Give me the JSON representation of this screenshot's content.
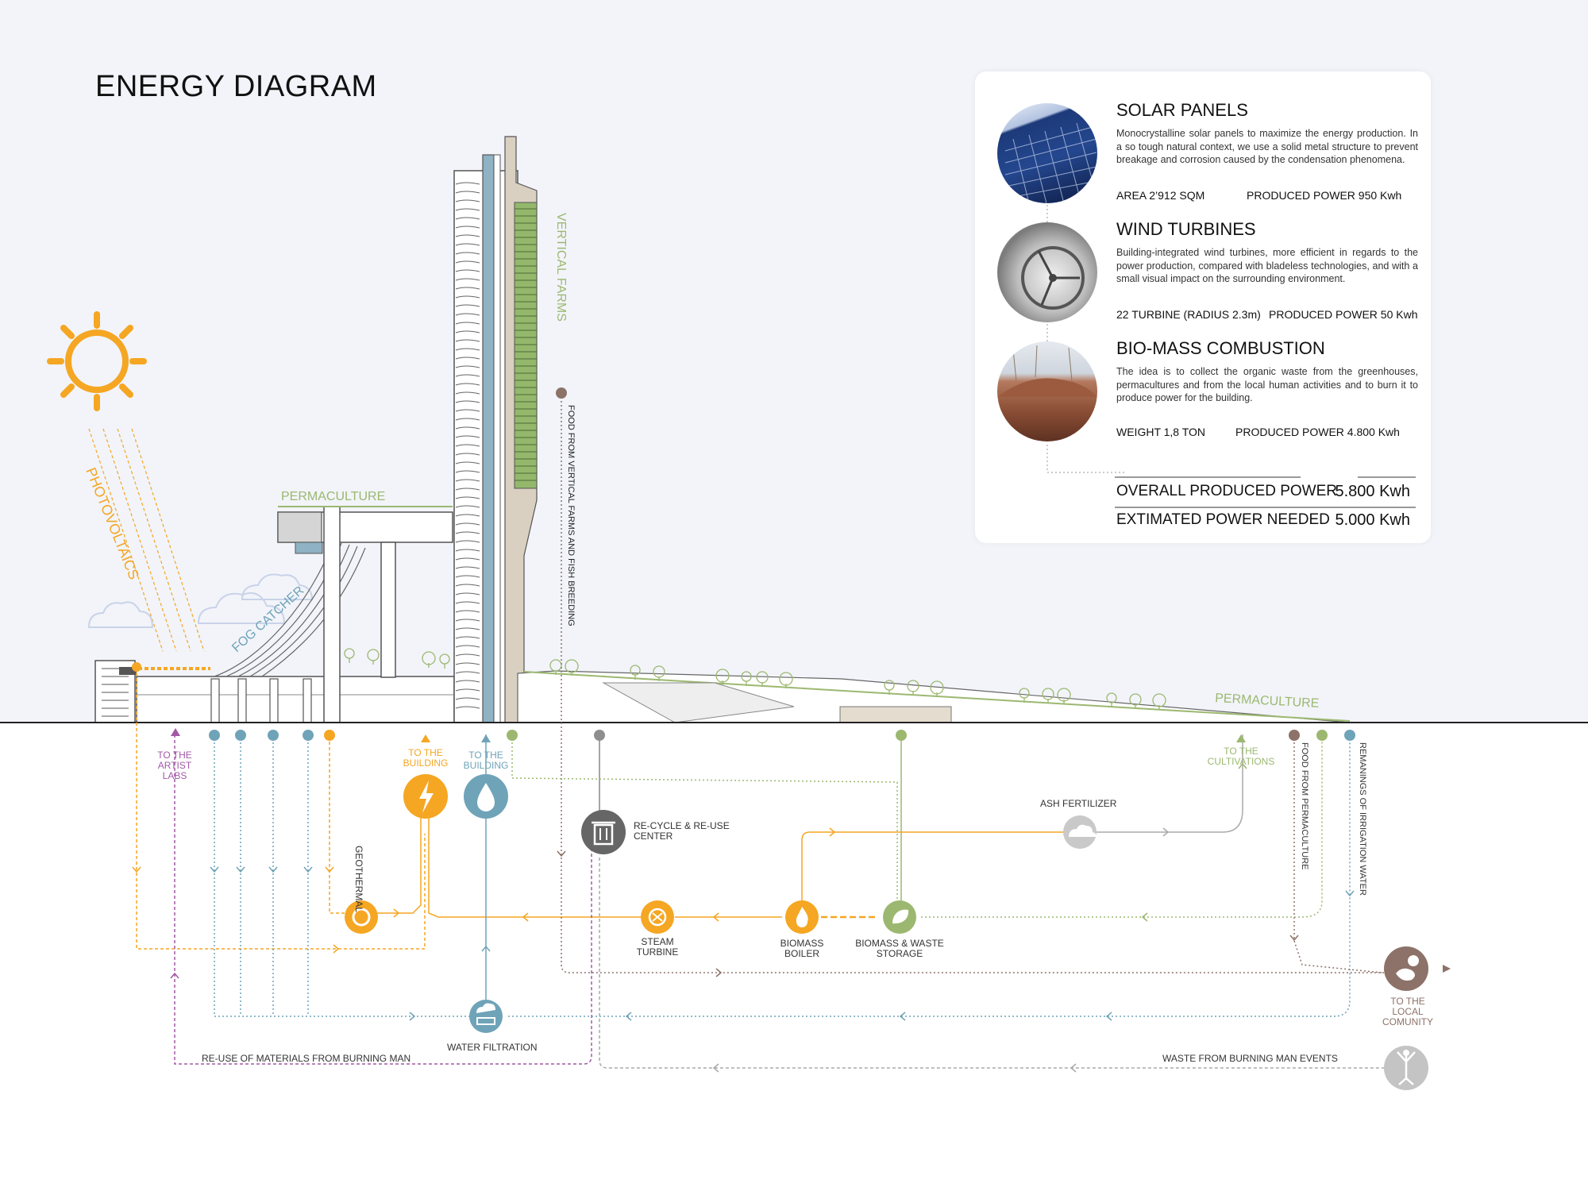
{
  "title": "ENERGY DIAGRAM",
  "colors": {
    "solar": "#f5a623",
    "water": "#6fa3b8",
    "green": "#9cb870",
    "purple": "#a259a6",
    "brown": "#8c7268",
    "grey": "#8e8e8e",
    "sky": "#f1f3f8"
  },
  "card": {
    "solar": {
      "title": "SOLAR PANELS",
      "desc": "Monocrystalline solar panels to maximize the energy production. In a so tough natural context, we use a solid metal structure to prevent breakage and corrosion caused by the condensation phenomena.",
      "stat1": "AREA  2’912 SQM",
      "stat2": "PRODUCED POWER  950 Kwh"
    },
    "wind": {
      "title": "WIND TURBINES",
      "desc": "Building-integrated wind turbines, more efficient in regards to the power production, compared with bladeless technologies, and with a small visual impact on the surrounding environment.",
      "stat1": "22 TURBINE (RADIUS 2.3m)",
      "stat2": "PRODUCED POWER   50 Kwh"
    },
    "biomass": {
      "title": "BIO-MASS COMBUSTION",
      "desc": "The idea is to collect the organic waste from the greenhouses, permacultures and from the local human activities and to burn it to produce power for the building.",
      "stat1": "WEIGHT  1,8 TON",
      "stat2": "PRODUCED POWER   4.800 Kwh"
    },
    "overall_label": "OVERALL PRODUCED POWER",
    "overall_value": "5.800 Kwh",
    "needed_label": "EXTIMATED POWER NEEDED",
    "needed_value": "5.000 Kwh"
  },
  "section_labels": {
    "photovoltaics": "PHOTOVOLTAICS",
    "fog_catcher": "FOG CATCHER",
    "permaculture_top": "PERMACULTURE",
    "permaculture_right": "PERMACULTURE",
    "vertical_farms": "VERTICAL FARMS",
    "food_vertical": "FOOD FROM VERTICAL FARMS AND FISH BREEDING"
  },
  "flow_labels": {
    "to_artist_labs": [
      "TO THE",
      "ARTIST",
      "LABS"
    ],
    "to_building_power": [
      "TO THE",
      "BUILDING"
    ],
    "to_building_water": [
      "TO THE",
      "BUILDING"
    ],
    "to_cultivations": [
      "TO THE",
      "CULTIVATIONS"
    ],
    "to_local": [
      "TO THE",
      "LOCAL",
      "COMUNITY"
    ],
    "geothermal": "GEOTHERMAL",
    "recycle": [
      "RE-CYCLE & RE-USE",
      "CENTER"
    ],
    "ash_fertilizer": "ASH FERTILIZER",
    "steam_turbine": [
      "STEAM",
      "TURBINE"
    ],
    "biomass_boiler": [
      "BIOMASS",
      "BOILER"
    ],
    "biomass_storage": [
      "BIOMASS & WASTE",
      "STORAGE"
    ],
    "water_filtration": "WATER FILTRATION",
    "reuse_materials": "RE-USE OF MATERIALS FROM BURNING MAN",
    "waste_events": "WASTE FROM BURNING MAN EVENTS",
    "food_permaculture": "FOOD FROM PERMACULTURE",
    "irrigation": "REMANINGS OF IRRIGATION WATER"
  }
}
